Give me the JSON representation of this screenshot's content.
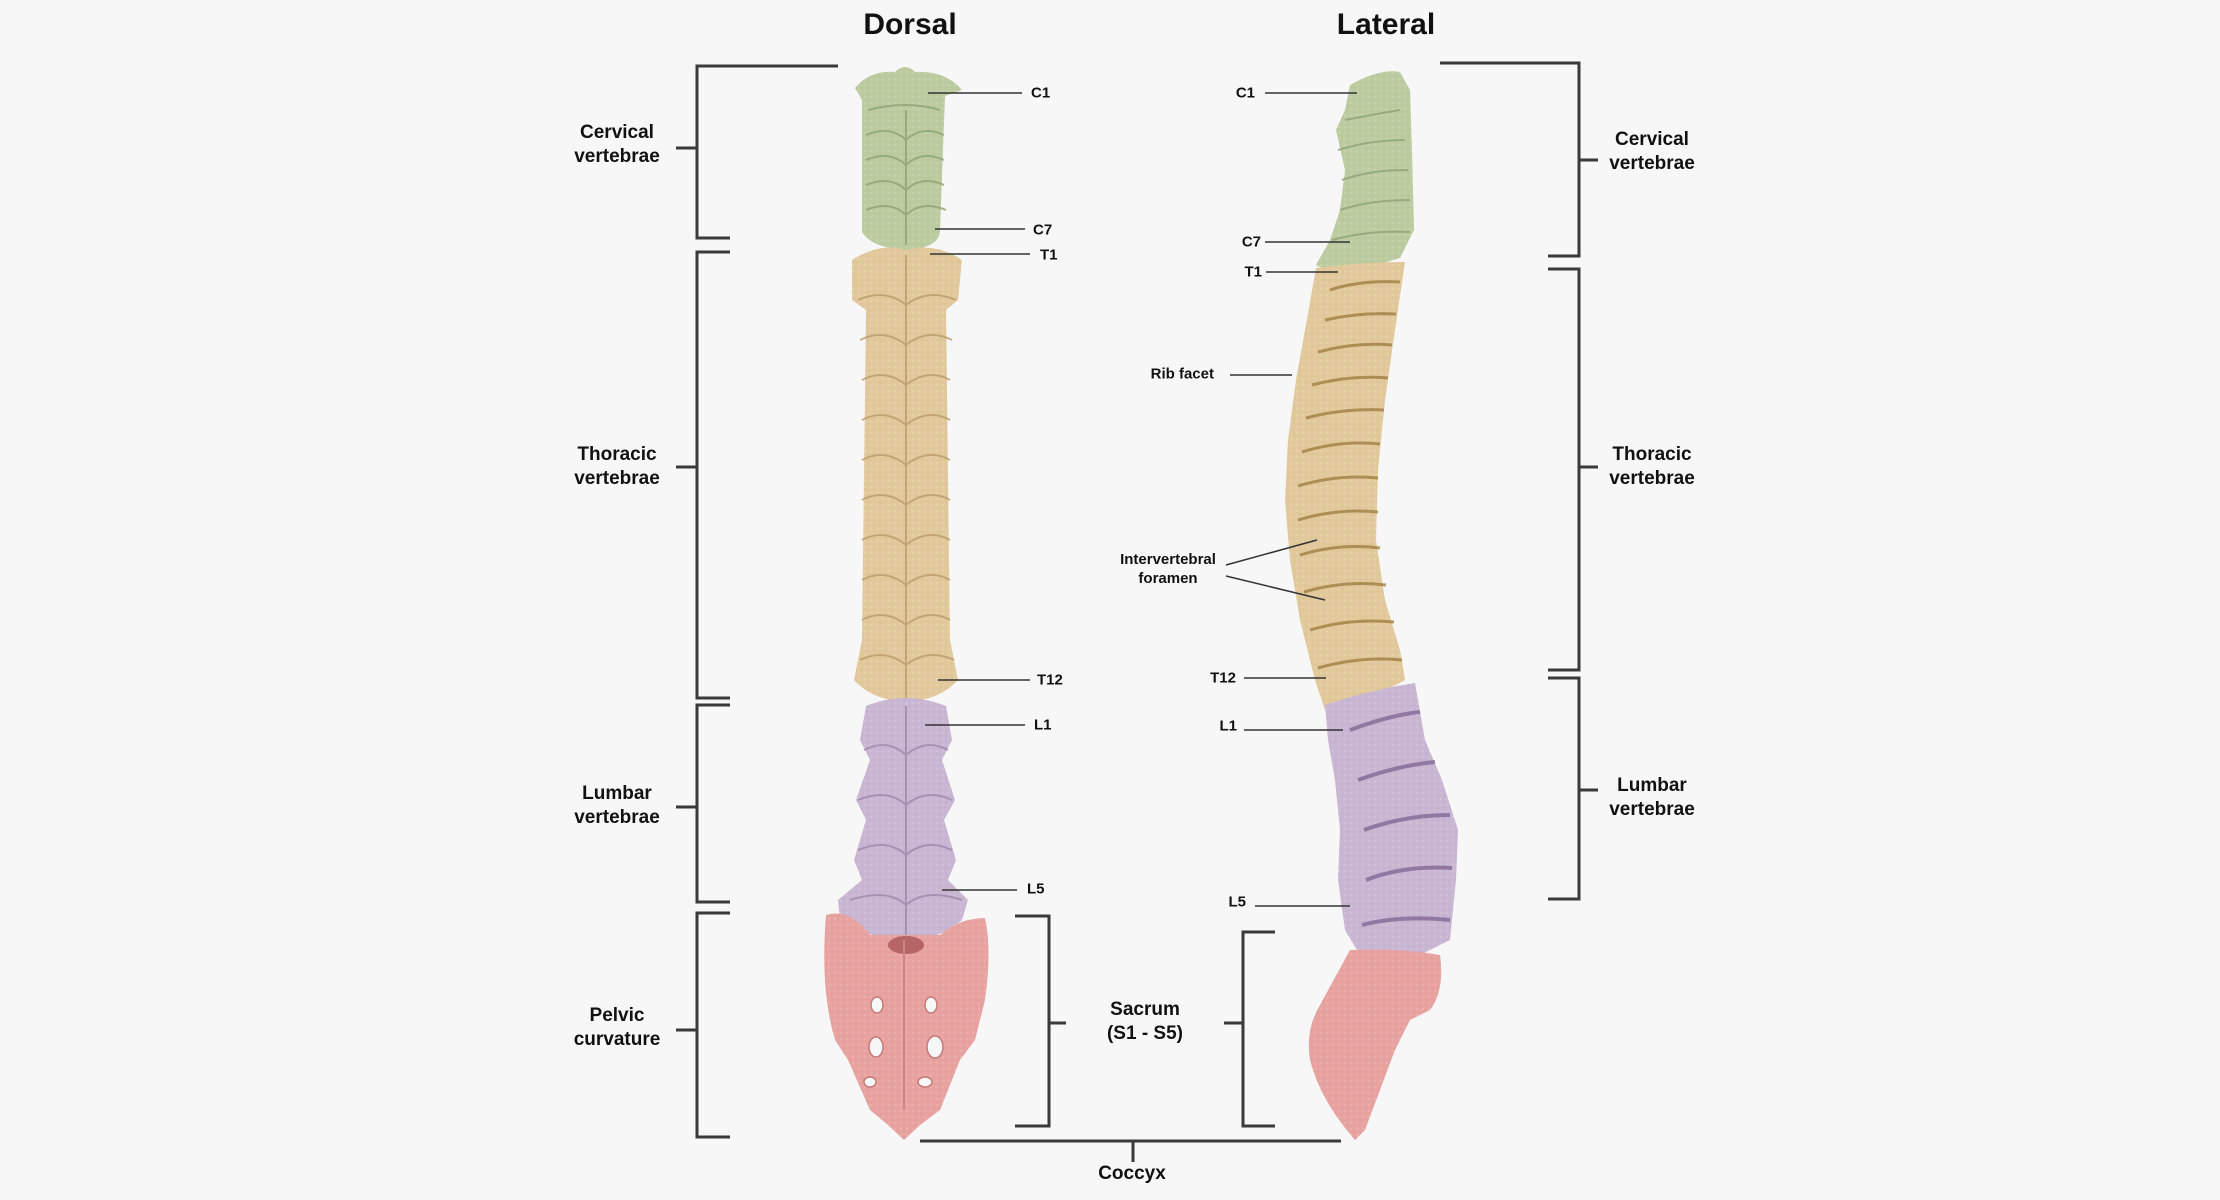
{
  "titles": {
    "dorsal": "Dorsal",
    "lateral": "Lateral"
  },
  "regions_left": [
    {
      "id": "cervical",
      "line1": "Cervical",
      "line2": "vertebrae"
    },
    {
      "id": "thoracic",
      "line1": "Thoracic",
      "line2": "vertebrae"
    },
    {
      "id": "lumbar",
      "line1": "Lumbar",
      "line2": "vertebrae"
    },
    {
      "id": "pelvic",
      "line1": "Pelvic",
      "line2": "curvature"
    }
  ],
  "regions_right": [
    {
      "id": "cervical",
      "line1": "Cervical",
      "line2": "vertebrae"
    },
    {
      "id": "thoracic",
      "line1": "Thoracic",
      "line2": "vertebrae"
    },
    {
      "id": "lumbar",
      "line1": "Lumbar",
      "line2": "vertebrae"
    }
  ],
  "dorsal_labels": {
    "c1": "C1",
    "c7": "C7",
    "t1": "T1",
    "t12": "T12",
    "l1": "L1",
    "l5": "L5"
  },
  "lateral_labels": {
    "c1": "C1",
    "c7": "C7",
    "t1": "T1",
    "rib_facet": "Rib facet",
    "foramen_line1": "Intervertebral",
    "foramen_line2": "foramen",
    "t12": "T12",
    "l1": "L1",
    "l5": "L5"
  },
  "sacrum": {
    "line1": "Sacrum",
    "line2": "(S1 - S5)"
  },
  "coccyx": "Coccyx",
  "colors": {
    "background": "#f7f7f7",
    "bracket": "#3a3a3a",
    "cervical": "#bccca0",
    "thoracic": "#e2c99c",
    "lumbar": "#c9b6d3",
    "sacrum": "#e8a3a0"
  }
}
